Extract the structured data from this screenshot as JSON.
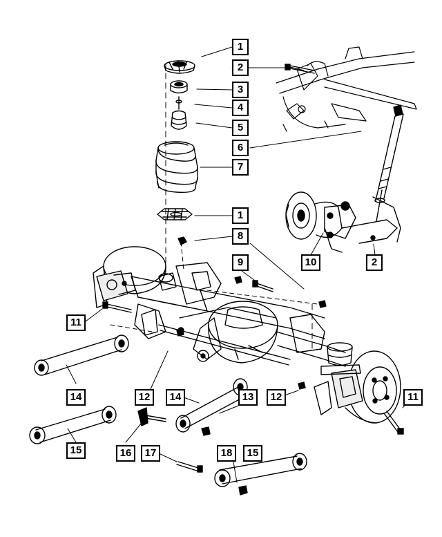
{
  "diagram": {
    "callouts": [
      {
        "id": "c1a",
        "label": "1"
      },
      {
        "id": "c2a",
        "label": "2"
      },
      {
        "id": "c3",
        "label": "3"
      },
      {
        "id": "c4",
        "label": "4"
      },
      {
        "id": "c5",
        "label": "5"
      },
      {
        "id": "c6",
        "label": "6"
      },
      {
        "id": "c7",
        "label": "7"
      },
      {
        "id": "c1b",
        "label": "1"
      },
      {
        "id": "c8",
        "label": "8"
      },
      {
        "id": "c9",
        "label": "9"
      },
      {
        "id": "c10",
        "label": "10"
      },
      {
        "id": "c2b",
        "label": "2"
      },
      {
        "id": "c11a",
        "label": "11"
      },
      {
        "id": "c11b",
        "label": "11"
      },
      {
        "id": "c12a",
        "label": "12"
      },
      {
        "id": "c12b",
        "label": "12"
      },
      {
        "id": "c13",
        "label": "13"
      },
      {
        "id": "c14a",
        "label": "14"
      },
      {
        "id": "c14b",
        "label": "14"
      },
      {
        "id": "c15a",
        "label": "15"
      },
      {
        "id": "c15b",
        "label": "15"
      },
      {
        "id": "c16",
        "label": "16"
      },
      {
        "id": "c17",
        "label": "17"
      },
      {
        "id": "c18",
        "label": "18"
      }
    ]
  }
}
